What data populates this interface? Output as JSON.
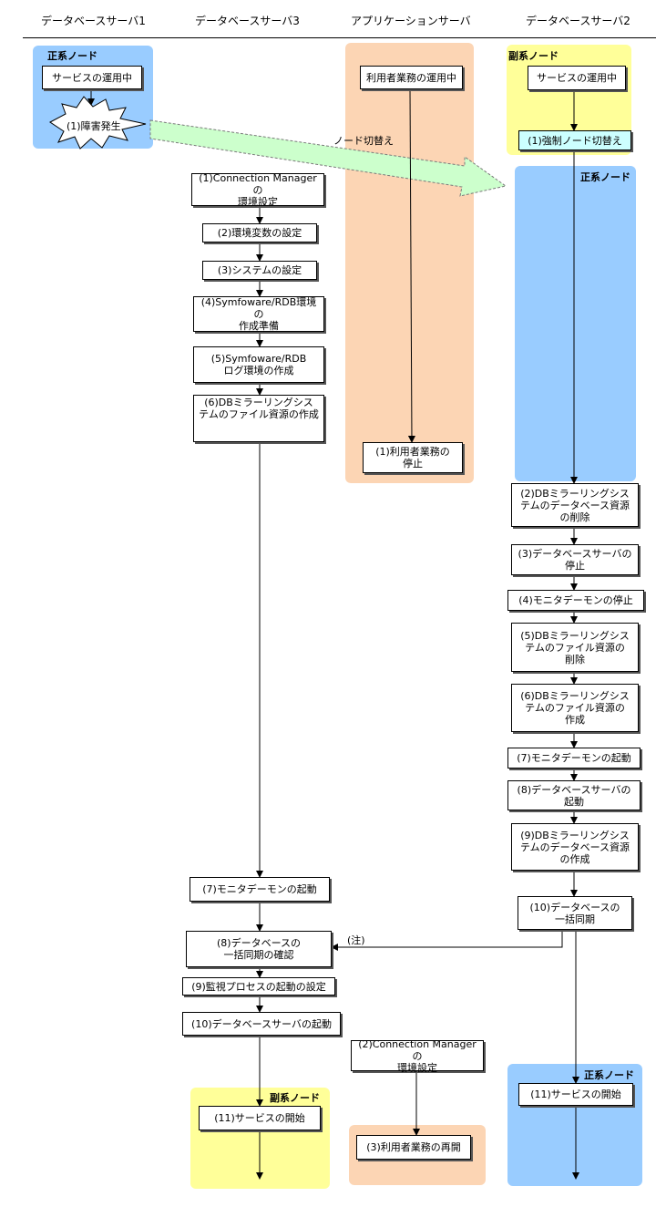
{
  "columns": {
    "db1": "データベースサーバ1",
    "db3": "データベースサーバ3",
    "app": "アプリケーションサーバ",
    "db2": "データベースサーバ2"
  },
  "regions": {
    "db1_primary": "正系ノード",
    "db2_secondary": "副系ノード",
    "db2_primary": "正系ノード",
    "db3_secondary": "副系ノード",
    "db2_primary_end": "正系ノード"
  },
  "db1": {
    "service_running": "サービスの運用中",
    "failure": "(1)障害発生"
  },
  "switch_label": "ノード切替え",
  "db3": {
    "s1": "(1)Connection Managerの\n環境設定",
    "s2": "(2)環境変数の設定",
    "s3": "(3)システムの設定",
    "s4": "(4)Symfoware/RDB環境の\n作成準備",
    "s5": "(5)Symfoware/RDB\nログ環境の作成",
    "s6": "(6)DBミラーリングシス\nテムのファイル資源の作成",
    "s7": "(7)モニタデーモンの起動",
    "s8": "(8)データベースの\n一括同期の確認",
    "s9": "(9)監視プロセスの起動の設定",
    "s10": "(10)データベースサーバの起動",
    "s11": "(11)サービスの開始"
  },
  "app": {
    "running": "利用者業務の運用中",
    "s1": "(1)利用者業務の\n停止",
    "s2": "(2)Connection Managerの\n環境設定",
    "s3": "(3)利用者業務の再開"
  },
  "db2": {
    "service_running": "サービスの運用中",
    "s1": "(1)強制ノード切替え",
    "s2": "(2)DBミラーリングシス\nテムのデータベース資源\nの削除",
    "s3": "(3)データベースサーバの\n停止",
    "s4": "(4)モニタデーモンの停止",
    "s5": "(5)DBミラーリングシス\nテムのファイル資源の\n削除",
    "s6": "(6)DBミラーリングシス\nテムのファイル資源の\n作成",
    "s7": "(7)モニタデーモンの起動",
    "s8": "(8)データベースサーバの\n起動",
    "s9": "(9)DBミラーリングシス\nテムのデータベース資源\nの作成",
    "s10": "(10)データベースの\n一括同期",
    "s11": "(11)サービスの開始"
  },
  "note": "(注)",
  "colors": {
    "primary": "#99ccff",
    "secondary": "#ffff99",
    "app_bg": "#fcd5b4",
    "arrow": "#ccffcc"
  }
}
